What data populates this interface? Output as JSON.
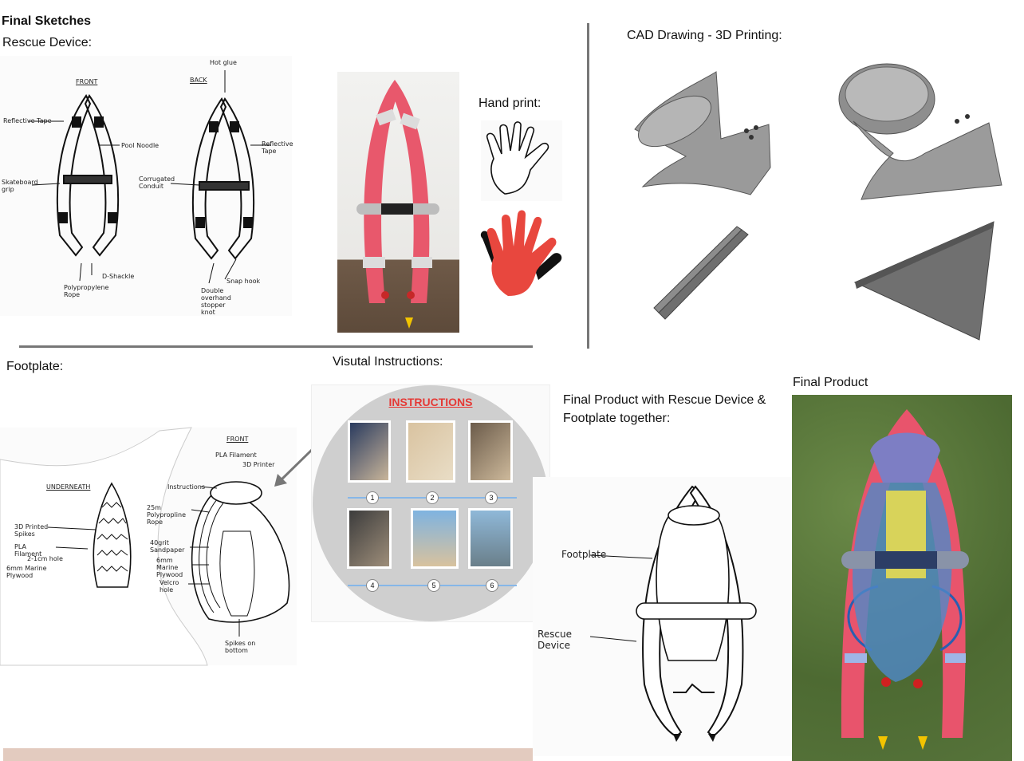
{
  "page": {
    "title": "Final Sketches",
    "rescue_heading": "Rescue Device:",
    "cad_heading": "CAD Drawing - 3D Printing:",
    "hand_print_heading": "Hand print:",
    "footplate_heading": "Footplate:",
    "visual_heading": "Visutal Instructions:",
    "together_heading_line1": "Final Product with Rescue Device &",
    "together_heading_line2": "Footplate together:",
    "final_product_heading": "Final Product"
  },
  "rescue_sketch": {
    "front_label": "FRONT",
    "back_label": "BACK",
    "hot_glue": "Hot glue",
    "reflective_tape_left": "Reflective Tape",
    "pool_noodle": "Pool Noodle",
    "reflective_tape_right": "Reflective Tape",
    "skateboard_grip": "Skateboard grip",
    "corrugated_conduit": "Corrugated Conduit",
    "d_shackle": "D-Shackle",
    "polypropylene_rope": "Polypropylene Rope",
    "snap_hook": "Snap hook",
    "double_overhand": "Double overhand stopper knot"
  },
  "footplate_sketch": {
    "underneath": "UNDERNEATH",
    "front": "FRONT",
    "pla_filament_top": "PLA Filament",
    "printer": "3D Printer",
    "instructions": "Instructions",
    "rope": "25m Polypropline Rope",
    "spikes": "3D Printed Spikes",
    "pla_filament": "PLA Filament",
    "hole_2cm": "2-1cm hole",
    "marine_plywood": "6mm Marine Plywood",
    "sandpaper": "40grit Sandpaper",
    "marine_plywood2": "6mm Marine Plywood",
    "velcro": "Velcro hole",
    "spikes_bottom": "Spikes on bottom"
  },
  "instructions_panel": {
    "title": "INSTRUCTIONS",
    "steps": [
      "1",
      "2",
      "3",
      "4",
      "5",
      "6"
    ]
  },
  "together_sketch": {
    "footplate": "Footplate",
    "rescue_device": "Rescue Device"
  },
  "colors": {
    "noodle_pink": "#e8586c",
    "reflective": "#d9d9d9",
    "hand_red": "#e8473e",
    "instructions_red": "#e53935",
    "circle_grey": "#cfcfcf",
    "grass": "#5c7a3e",
    "cad_grey": "#8a8a8a",
    "bottom_bar": "#e3cbbf"
  }
}
